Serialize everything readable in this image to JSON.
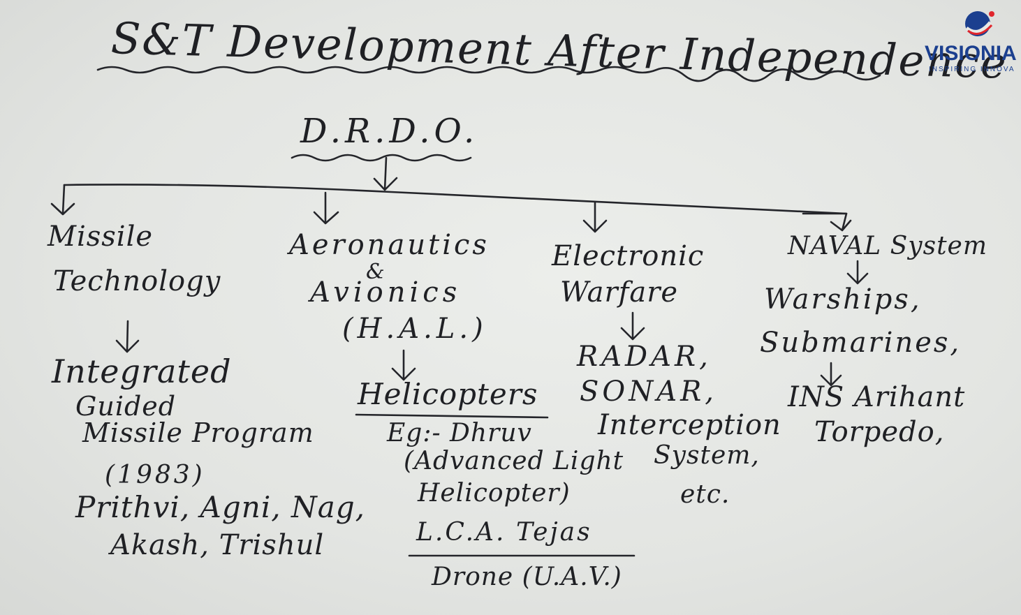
{
  "title": "S&T Development After Independence",
  "root": "D.R.D.O.",
  "branches": [
    {
      "heading": [
        "Missile",
        "Technology"
      ],
      "sub": [
        "Integrated",
        "Guided",
        "Missile Program",
        "(1983)"
      ],
      "examples": [
        "Prithvi, Agni, Nag,",
        "Akash, Trishul"
      ]
    },
    {
      "heading": [
        "Aeronautics",
        "&",
        "Avionics",
        "(H.A.L.)"
      ],
      "sub": [
        "Helicopters",
        "Eg:- Dhruv",
        "(Advanced Light",
        "Helicopter)"
      ],
      "examples": [
        "L.C.A. Tejas",
        "Drone (U.A.V.)"
      ]
    },
    {
      "heading": [
        "Electronic",
        "Warfare"
      ],
      "sub": [
        "RADAR,",
        "SONAR,",
        "Interception",
        "System,",
        "etc."
      ]
    },
    {
      "heading": [
        "NAVAL System"
      ],
      "sub": [
        "Warships,",
        "Submarines,"
      ],
      "examples": [
        "INS Arihant",
        "Torpedo,"
      ]
    }
  ],
  "logo": {
    "name": "VISIONIA",
    "tagline": "INSPIRING INNOVA",
    "colors": {
      "primary": "#1b3f8f",
      "accent": "#e0262c"
    }
  },
  "colors": {
    "board": "#e7e9e6",
    "ink": "#1f2024"
  }
}
